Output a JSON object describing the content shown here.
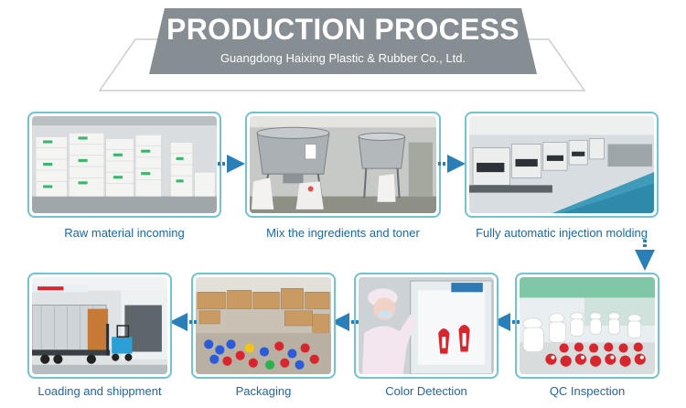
{
  "header": {
    "title": "PRODUCTION PROCESS",
    "subtitle": "Guangdong Haixing Plastic & Rubber Co., Ltd."
  },
  "colors": {
    "banner": "#868d93",
    "frame_border": "#6ec4d3",
    "label_text": "#1b67a8",
    "arrow": "#2a7fb8"
  },
  "steps": [
    {
      "label": "Raw material incoming"
    },
    {
      "label": "Mix the ingredients and toner"
    },
    {
      "label": "Fully automatic injection molding"
    },
    {
      "label": "QC Inspection"
    },
    {
      "label": "Color  Detection"
    },
    {
      "label": "Packaging"
    },
    {
      "label": "Loading and shippment"
    }
  ]
}
